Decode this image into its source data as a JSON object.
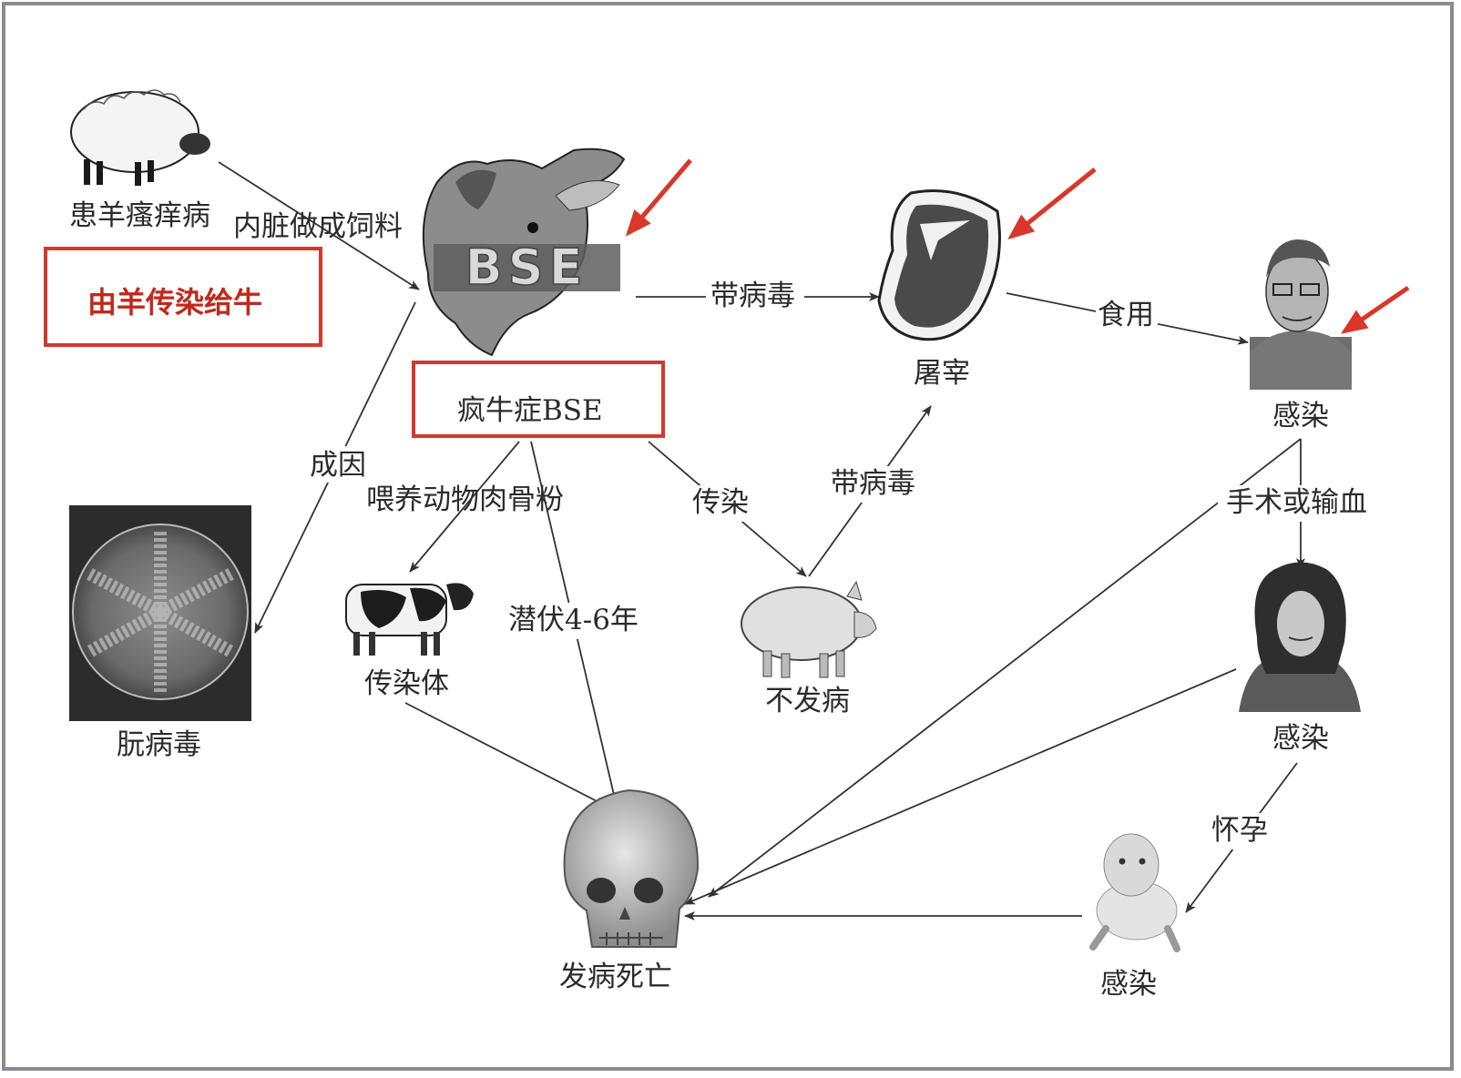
{
  "labels": {
    "sheep": "患羊瘙痒病",
    "feed": "内脏做成饲料",
    "bse": "疯牛症BSE",
    "cause": "成因",
    "prion": "朊病毒",
    "feeding": "喂养动物肉骨粉",
    "carrier": "传染体",
    "incubation": "潜伏4-6年",
    "death": "发病死亡",
    "virus1": "带病毒",
    "slaughter": "屠宰",
    "eat": "食用",
    "infected_man": "感染",
    "transmit": "传染",
    "virus2": "带病毒",
    "no_disease": "不发病",
    "surgery": "手术或输血",
    "infected_woman": "感染",
    "pregnancy": "怀孕",
    "infected_baby": "感染"
  },
  "callout": {
    "text": "由羊传染给牛"
  },
  "cow_logo_text": "BSE",
  "colors": {
    "highlight": "#d03a2c",
    "arrow_red": "#d8372a",
    "line": "#333333"
  }
}
